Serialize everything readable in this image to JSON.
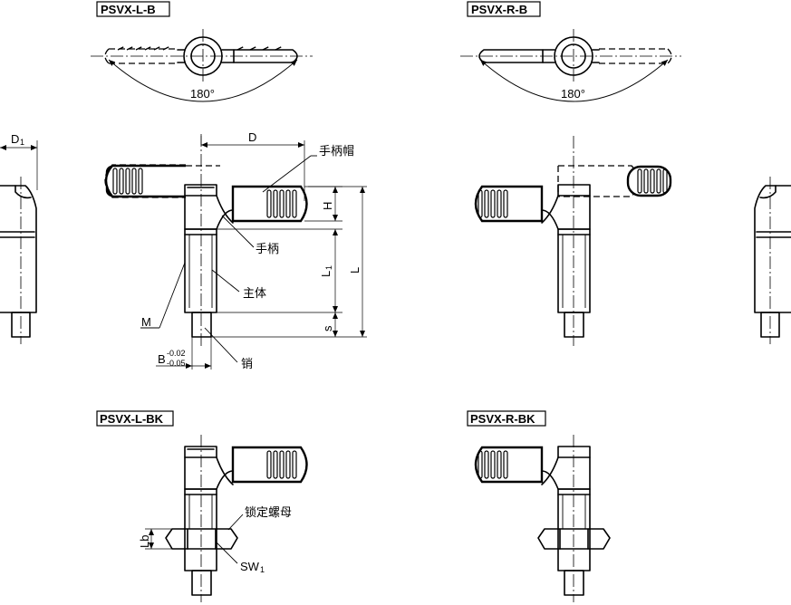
{
  "views": {
    "psvx_l_b": "PSVX-L-B",
    "psvx_r_b": "PSVX-R-B",
    "psvx_l_bk": "PSVX-L-BK",
    "psvx_r_bk": "PSVX-R-BK"
  },
  "angle": "180°",
  "dims": {
    "d1": "D",
    "d1_sub": "1",
    "d": "D",
    "h": "H",
    "l1": "L",
    "l1_sub": "1",
    "l": "L",
    "s": "s",
    "m": "M",
    "b": "B",
    "b_upper": "-0.02",
    "b_lower": "-0.05",
    "lb": "Lb",
    "sw": "SW",
    "sw_sub": "1"
  },
  "parts": {
    "handle_cap": "手柄帽",
    "handle": "手柄",
    "body": "主体",
    "pin": "销",
    "lock_nut": "锁定螺母"
  }
}
